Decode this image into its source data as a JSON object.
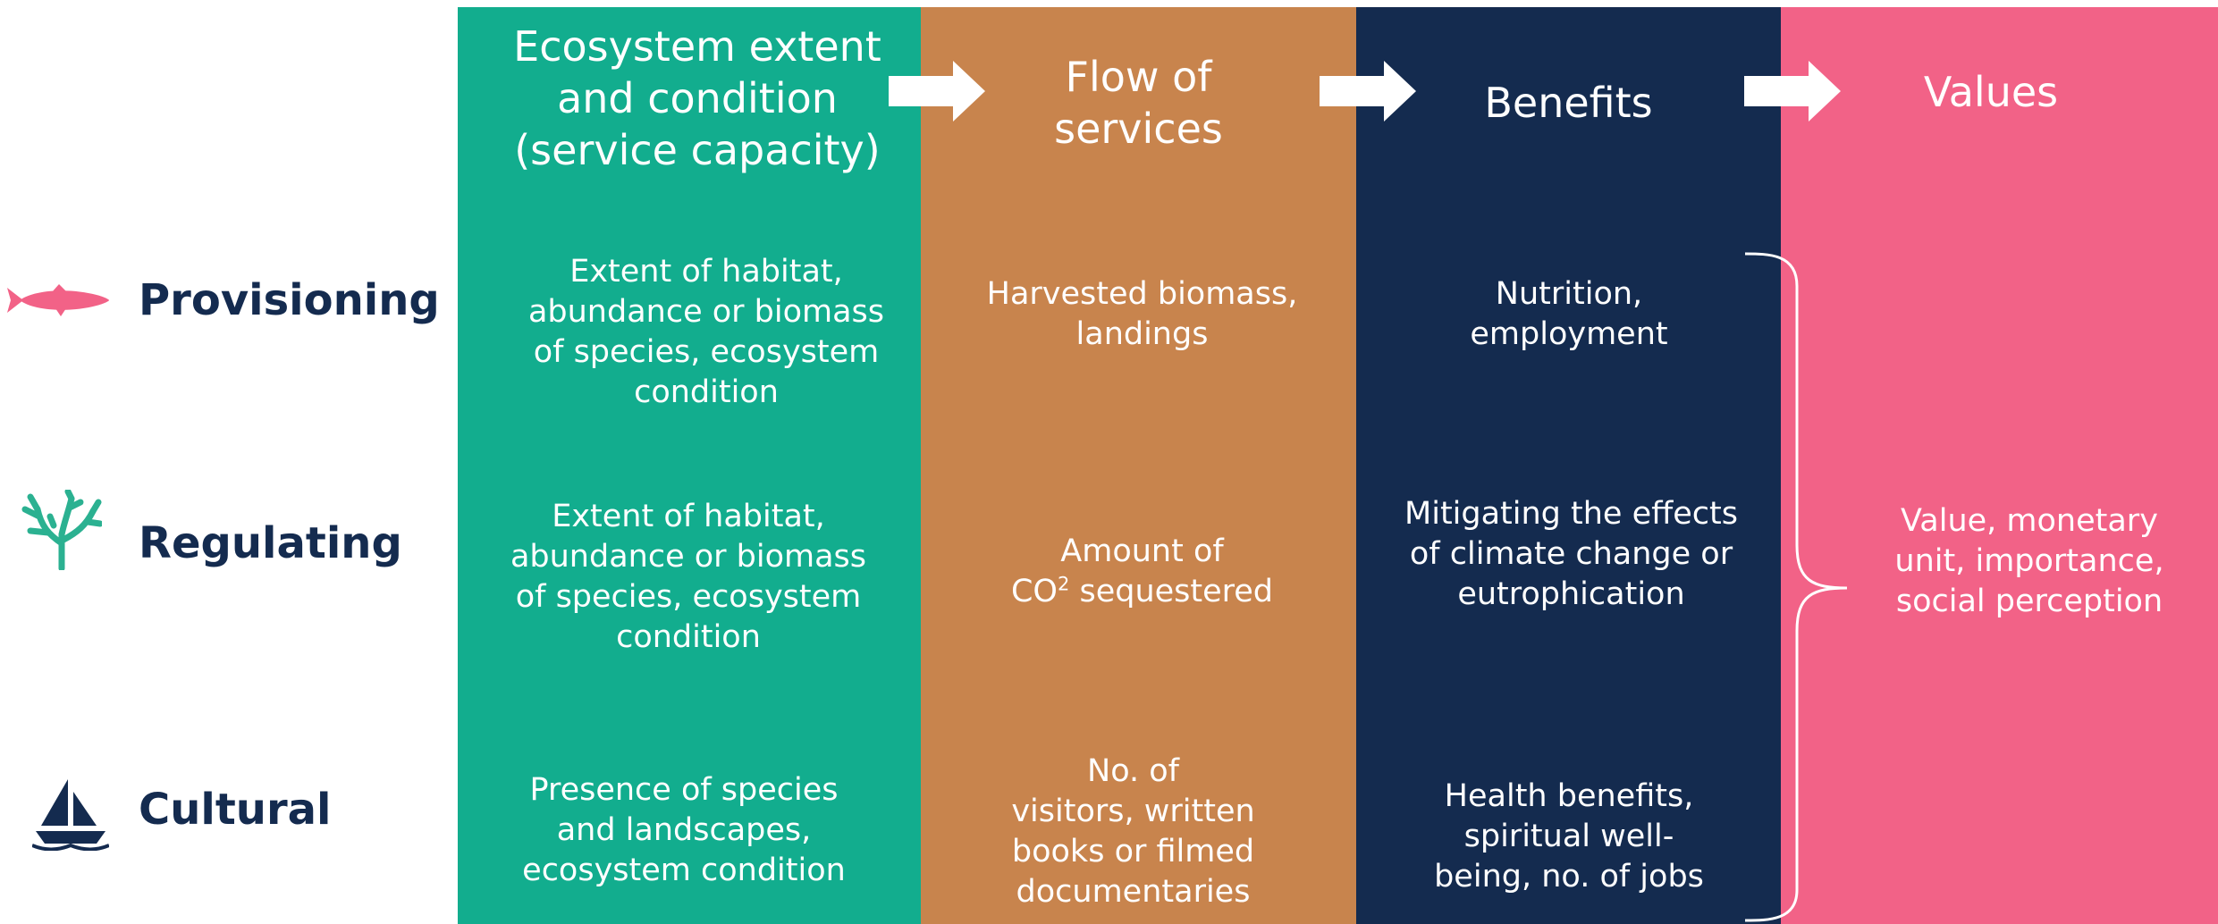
{
  "colors": {
    "extent": "#12ad8e",
    "flow": "#c8844d",
    "benefits": "#142b4f",
    "values": "#f26287",
    "label_text": "#142b4f",
    "fish_icon": "#f26287",
    "coral_icon": "#2bb191",
    "boat_icon": "#142b4f"
  },
  "headers": {
    "extent": "Ecosystem extent\nand condition\n(service capacity)",
    "flow": "Flow of\nservices",
    "benefits": "Benefits",
    "values": "Values"
  },
  "rows": [
    {
      "label": "Provisioning",
      "icon": "fish-icon",
      "extent": "Extent of habitat,\nabundance or  biomass\nof species, ecosystem\ncondition",
      "flow": "Harvested biomass,\nlandings",
      "benefits": "Nutrition,\nemployment"
    },
    {
      "label": "Regulating",
      "icon": "coral-icon",
      "extent": "Extent of habitat,\nabundance or  biomass\nof species, ecosystem\ncondition",
      "flow_line1": "Amount of",
      "flow_co": "CO",
      "flow_sup": "2",
      "flow_rest": " sequestered",
      "benefits": "Mitigating the effects\nof climate change or\neutrophication"
    },
    {
      "label": "Cultural",
      "icon": "sailboat-icon",
      "extent": "Presence of species\nand landscapes,\necosystem condition",
      "flow": "No. of\nvisitors,  written\nbooks or filmed\ndocumentaries",
      "benefits": "Health benefits,\nspiritual well-\nbeing,  no. of jobs"
    }
  ],
  "values_text": "Value, monetary\nunit, importance,\nsocial perception"
}
